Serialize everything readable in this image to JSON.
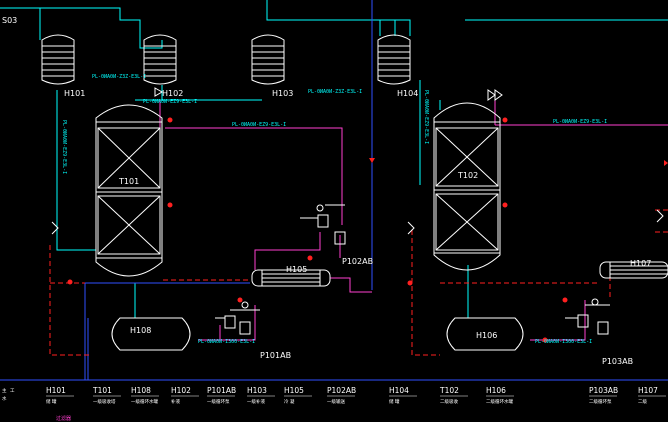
{
  "corner_text": "S03",
  "equipment": {
    "h101": "H101",
    "h102": "H102",
    "h103": "H103",
    "h104": "H104",
    "t101": "T101",
    "t102": "T102",
    "h105": "H105",
    "h106": "H106",
    "h107": "H107",
    "h108": "H108",
    "p101ab": "P101AB",
    "p102ab": "P102AB",
    "p103ab": "P103AB"
  },
  "line_labels": {
    "top_left": "PL-0ИA0И-Z3Z-E3L-I",
    "mid_left": "PL-0ИA0И-EZ9-E3L-I",
    "top_mid": "PL-0ИA0И-Z3Z-E3L-I",
    "t101_feed": "PL-0ИA0И-EZ9-E3L-I",
    "t102_top": "PL-0ИA0И-EZ9-E3L-I",
    "left_vertical": "PL-0ИA0И-EZ9-E3L-I",
    "t102_vertical": "PL-0ИA0И-EZ9-E3L-I",
    "h108_out": "PL-0ИA0И-I300-E3L-I",
    "h106_out": "PL-0ИA0И-I300-E3L-I"
  },
  "legend": [
    {
      "tag": "H101",
      "sub": "储 罐"
    },
    {
      "tag": "T101",
      "sub": "一级吸收塔"
    },
    {
      "tag": "H108",
      "sub": "一级循环水罐"
    },
    {
      "tag": "H102",
      "sub": "补液"
    },
    {
      "tag": "P101AB",
      "sub": "一级循环泵"
    },
    {
      "tag": "H103",
      "sub": "一级补液"
    },
    {
      "tag": "H105",
      "sub": "冷 凝"
    },
    {
      "tag": "P102AB",
      "sub": "一级输送"
    },
    {
      "tag": "H104",
      "sub": "储 罐"
    },
    {
      "tag": "T102",
      "sub": "二级吸收"
    },
    {
      "tag": "H106",
      "sub": "二级循环水罐"
    },
    {
      "tag": "P103AB",
      "sub": "二级循环泵"
    },
    {
      "tag": "H107",
      "sub": "二级"
    }
  ],
  "legend_left": {
    "a": "主",
    "b": "水",
    "c": "工"
  },
  "footer_pink": "过滤器"
}
